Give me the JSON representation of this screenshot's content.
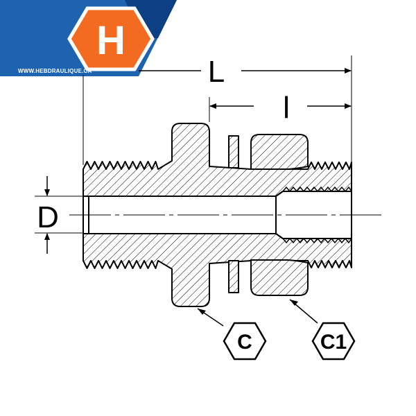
{
  "brand": {
    "website": "WWW.HEBDRAULIQUE.CA",
    "logo_letter": "H",
    "colors": {
      "banner": "#1d63b0",
      "banner_dark": "#0d3f84",
      "logo": "#f26b21"
    }
  },
  "dimensions": {
    "overall_length": "L",
    "thread_length": "l",
    "bore_diameter": "D"
  },
  "hex_callouts": {
    "body_hex": "C",
    "nut_hex": "C1"
  }
}
